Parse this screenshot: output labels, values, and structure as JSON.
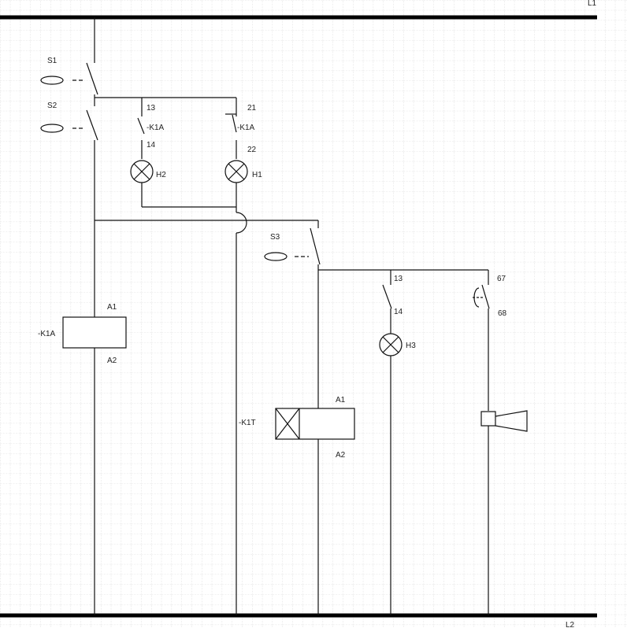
{
  "diagram": {
    "rails": {
      "top_label": "L1",
      "bottom_label": "L2"
    },
    "switches": {
      "s1": "S1",
      "s2": "S2",
      "s3": "S3"
    },
    "contacts": {
      "k1a_no": {
        "label": "-K1A",
        "pin_top": "13",
        "pin_bottom": "14"
      },
      "k1a_nc": {
        "label": "-K1A",
        "pin_top": "21",
        "pin_bottom": "22"
      },
      "k1t_no": {
        "pin_top": "13",
        "pin_bottom": "14"
      },
      "k1t_timed": {
        "pin_top": "67",
        "pin_bottom": "68"
      }
    },
    "lamps": {
      "h1": "H1",
      "h2": "H2",
      "h3": "H3"
    },
    "coils": {
      "k1a": {
        "label": "-K1A",
        "a1": "A1",
        "a2": "A2"
      },
      "k1t": {
        "label": "-K1T",
        "a1": "A1",
        "a2": "A2"
      }
    },
    "colors": {
      "grid": "#c9c9c9",
      "wire": "#111111",
      "rail": "#000000",
      "background": "#ffffff"
    }
  }
}
